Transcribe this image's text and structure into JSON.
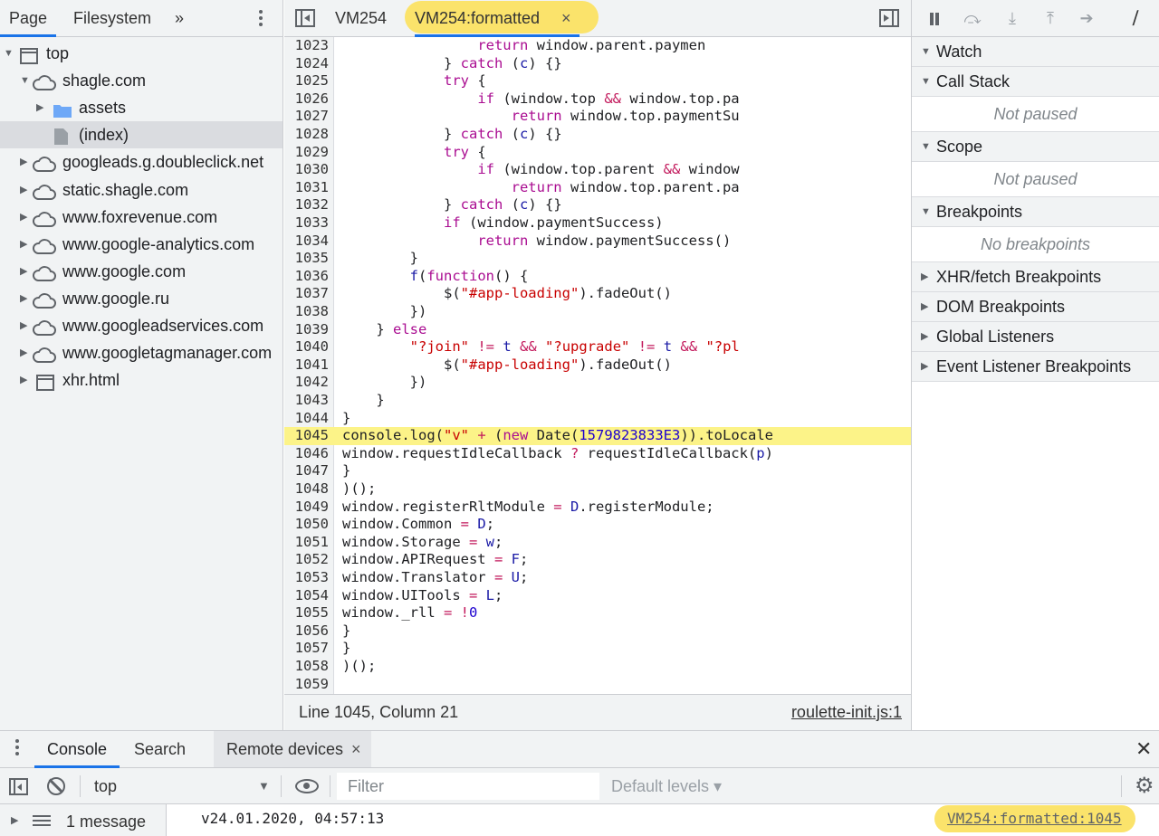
{
  "navigator": {
    "tabs": [
      "Page",
      "Filesystem",
      "»"
    ],
    "tree": [
      {
        "label": "top",
        "type": "frame",
        "expanded": true,
        "depth": 0
      },
      {
        "label": "shagle.com",
        "type": "cloud",
        "expanded": true,
        "depth": 1
      },
      {
        "label": "assets",
        "type": "folder",
        "expanded": false,
        "depth": 2
      },
      {
        "label": "(index)",
        "type": "file",
        "selected": true,
        "depth": 2
      },
      {
        "label": "googleads.g.doubleclick.net",
        "type": "cloud",
        "depth": 1
      },
      {
        "label": "static.shagle.com",
        "type": "cloud",
        "depth": 1
      },
      {
        "label": "www.foxrevenue.com",
        "type": "cloud",
        "depth": 1
      },
      {
        "label": "www.google-analytics.com",
        "type": "cloud",
        "depth": 1
      },
      {
        "label": "www.google.com",
        "type": "cloud",
        "depth": 1
      },
      {
        "label": "www.google.ru",
        "type": "cloud",
        "depth": 1
      },
      {
        "label": "www.googleadservices.com",
        "type": "cloud",
        "depth": 1
      },
      {
        "label": "www.googletagmanager.com",
        "type": "cloud",
        "depth": 1
      },
      {
        "label": "xhr.html",
        "type": "frame",
        "depth": 1
      }
    ]
  },
  "editor": {
    "tabs": {
      "vm254": "VM254",
      "formatted": "VM254:formatted",
      "close": "×"
    },
    "highlighted_line": 1045,
    "lines": [
      {
        "n": "1023",
        "code": "                    return window.parent.paymen"
      },
      {
        "n": "1024",
        "code": "                } catch (c) {}"
      },
      {
        "n": "1025",
        "code": "                try {"
      },
      {
        "n": "1026",
        "code": "                    if (window.top && window.top.pa"
      },
      {
        "n": "1027",
        "code": "                        return window.top.paymentSu"
      },
      {
        "n": "1028",
        "code": "                } catch (c) {}"
      },
      {
        "n": "1029",
        "code": "                try {"
      },
      {
        "n": "1030",
        "code": "                    if (window.top.parent && window"
      },
      {
        "n": "1031",
        "code": "                        return window.top.parent.pa"
      },
      {
        "n": "1032",
        "code": "                } catch (c) {}"
      },
      {
        "n": "1033",
        "code": "                if (window.paymentSuccess)"
      },
      {
        "n": "1034",
        "code": "                    return window.paymentSuccess()"
      },
      {
        "n": "1035",
        "code": "            }"
      },
      {
        "n": "1036",
        "code": "            f(function() {"
      },
      {
        "n": "1037",
        "code": "                $(\"#app-loading\").fadeOut()"
      },
      {
        "n": "1038",
        "code": "            })"
      },
      {
        "n": "1039",
        "code": "        } else"
      },
      {
        "n": "1040",
        "code": "            \"?join\" != t && \"?upgrade\" != t && \"?pl"
      },
      {
        "n": "1041",
        "code": "                $(\"#app-loading\").fadeOut()"
      },
      {
        "n": "1042",
        "code": "            })"
      },
      {
        "n": "1043",
        "code": "        }"
      },
      {
        "n": "1044",
        "code": "    }"
      },
      {
        "n": "1045",
        "code": "    console.log(\"v\" + (new Date(1579823833E3)).toLocale"
      },
      {
        "n": "1046",
        "code": "    window.requestIdleCallback ? requestIdleCallback(p)"
      },
      {
        "n": "1047",
        "code": "}"
      },
      {
        "n": "1048",
        "code": ")();"
      },
      {
        "n": "1049",
        "code": "window.registerRltModule = D.registerModule;"
      },
      {
        "n": "1050",
        "code": "window.Common = D;"
      },
      {
        "n": "1051",
        "code": "window.Storage = w;"
      },
      {
        "n": "1052",
        "code": "window.APIRequest = F;"
      },
      {
        "n": "1053",
        "code": "window.Translator = U;"
      },
      {
        "n": "1054",
        "code": "window.UITools = L;"
      },
      {
        "n": "1055",
        "code": "window._rll = !0"
      },
      {
        "n": "1056",
        "code": "}"
      },
      {
        "n": "1057",
        "code": "}"
      },
      {
        "n": "1058",
        "code": ")();"
      },
      {
        "n": "1059",
        "code": ""
      }
    ],
    "indent": [
      32,
      16,
      16,
      20,
      24,
      16,
      16,
      20,
      24,
      16,
      16,
      20,
      12,
      12,
      16,
      12,
      8,
      12,
      16,
      12,
      8,
      4,
      4,
      4,
      0,
      0,
      0,
      0,
      0,
      0,
      0,
      0,
      0,
      -4,
      -8,
      -8,
      0
    ],
    "status": {
      "position": "Line 1045, Column 21",
      "source": "roulette-init.js:1"
    }
  },
  "debugger": {
    "sections": [
      {
        "title": "Watch",
        "expanded": true,
        "body": ""
      },
      {
        "title": "Call Stack",
        "expanded": true,
        "body": "Not paused"
      },
      {
        "title": "Scope",
        "expanded": true,
        "body": "Not paused"
      },
      {
        "title": "Breakpoints",
        "expanded": true,
        "body": "No breakpoints"
      },
      {
        "title": "XHR/fetch Breakpoints",
        "expanded": false,
        "body": ""
      },
      {
        "title": "DOM Breakpoints",
        "expanded": false,
        "body": ""
      },
      {
        "title": "Global Listeners",
        "expanded": false,
        "body": ""
      },
      {
        "title": "Event Listener Breakpoints",
        "expanded": false,
        "body": ""
      }
    ]
  },
  "drawer": {
    "tabs": {
      "console": "Console",
      "search": "Search",
      "remote": "Remote devices",
      "close": "×"
    },
    "close": "✕",
    "toolbar": {
      "context": "top",
      "filter_placeholder": "Filter",
      "levels": "Default levels ▾"
    },
    "sidebar": {
      "message_count": "1 message"
    },
    "message": {
      "text": "v24.01.2020, 04:57:13",
      "source": "VM254:formatted:1045"
    }
  },
  "colors": {
    "accent": "#1a73e8",
    "highlight": "#fbe36b",
    "line_highlight": "#fcf388"
  }
}
